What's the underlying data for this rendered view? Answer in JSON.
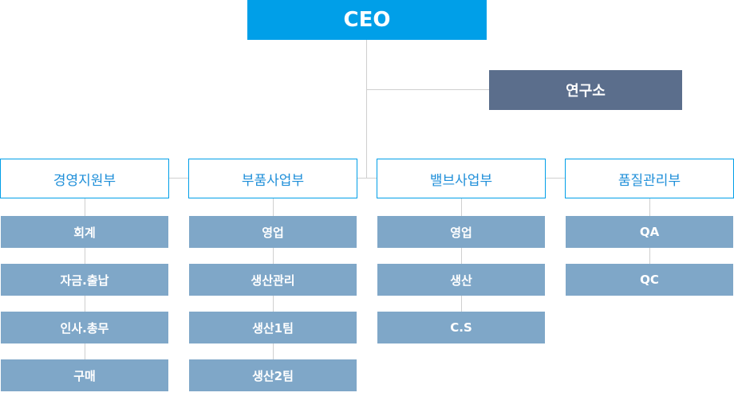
{
  "ceo": {
    "label": "CEO"
  },
  "lab": {
    "label": "연구소"
  },
  "divisions": [
    {
      "label": "경영지원부",
      "teams": [
        "회계",
        "자금.출납",
        "인사.총무",
        "구매"
      ]
    },
    {
      "label": "부품사업부",
      "teams": [
        "영업",
        "생산관리",
        "생산1팀",
        "생산2팀"
      ]
    },
    {
      "label": "밸브사업부",
      "teams": [
        "영업",
        "생산",
        "C.S"
      ]
    },
    {
      "label": "품질관리부",
      "teams": [
        "QA",
        "QC"
      ]
    }
  ],
  "colors": {
    "ceo": "#009fe8",
    "lab": "#5b6e8c",
    "division_border": "#009fe8",
    "division_text": "#1f8fd9",
    "team": "#7fa7c8",
    "connector": "#cfcfcf"
  }
}
